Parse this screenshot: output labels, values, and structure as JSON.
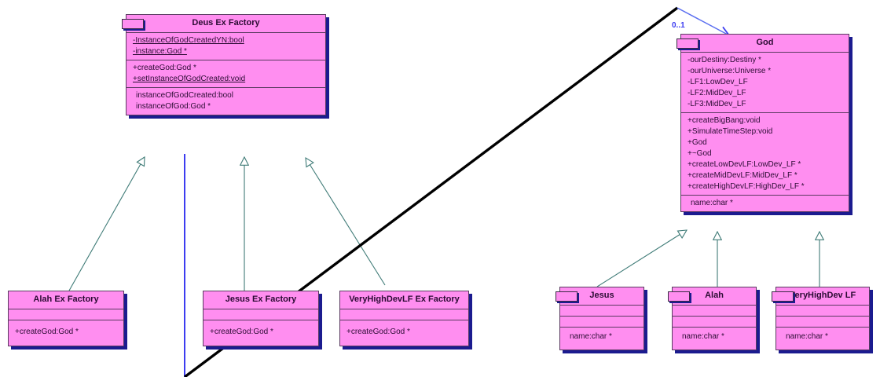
{
  "diagram": {
    "type": "uml-class-diagram",
    "background": "#ffffff",
    "class_fill": "#ff8ef0",
    "class_border": "#5a3a60",
    "class_shadow": "#1b1b8f",
    "inheritance_line": "#3f7b77",
    "association_line": "#3c3cf0",
    "annotation_line": "#000000",
    "text_color": "#2b0b33"
  },
  "classes": {
    "deus_ex_factory": {
      "title": "Deus Ex Factory",
      "attributes": [
        {
          "text": "-InstanceOfGodCreatedYN:bool",
          "static": true
        },
        {
          "text": "-instance:God *",
          "static": true
        }
      ],
      "operations": [
        {
          "text": "+createGod:God *",
          "static": false
        },
        {
          "text": "+setInstanceOfGodCreated:void",
          "static": true
        }
      ],
      "extras": [
        {
          "text": "instanceOfGodCreated:bool",
          "static": false
        },
        {
          "text": "instanceOfGod:God *",
          "static": false
        }
      ]
    },
    "god": {
      "title": "God",
      "attributes": [
        {
          "text": "-ourDestiny:Destiny *",
          "static": false
        },
        {
          "text": "-ourUniverse:Universe *",
          "static": false
        },
        {
          "text": "-LF1:LowDev_LF",
          "static": false
        },
        {
          "text": "-LF2:MidDev_LF",
          "static": false
        },
        {
          "text": "-LF3:MidDev_LF",
          "static": false
        }
      ],
      "operations": [
        {
          "text": "+createBigBang:void",
          "static": false
        },
        {
          "text": "+SimulateTimeStep:void",
          "static": false
        },
        {
          "text": "+God",
          "static": false
        },
        {
          "text": "+~God",
          "static": false
        },
        {
          "text": "+createLowDevLF:LowDev_LF *",
          "static": false
        },
        {
          "text": "+createMidDevLF:MidDev_LF *",
          "static": false
        },
        {
          "text": "+createHighDevLF:HighDev_LF *",
          "static": false
        }
      ],
      "extras": [
        {
          "text": "name:char *",
          "static": false
        }
      ]
    },
    "alah_ex_factory": {
      "title": "Alah Ex Factory",
      "attributes": [],
      "operations": [
        {
          "text": "+createGod:God *",
          "static": false
        }
      ]
    },
    "jesus_ex_factory": {
      "title": "Jesus Ex Factory",
      "attributes": [],
      "operations": [
        {
          "text": "+createGod:God *",
          "static": false
        }
      ]
    },
    "veryhighdevlf_ex_factory": {
      "title": "VeryHighDevLF Ex Factory",
      "attributes": [],
      "operations": [
        {
          "text": "+createGod:God *",
          "static": false
        }
      ]
    },
    "jesus": {
      "title": "Jesus",
      "attributes": [],
      "operations": [],
      "extras": [
        {
          "text": "name:char *",
          "static": false
        }
      ]
    },
    "alah": {
      "title": "Alah",
      "attributes": [],
      "operations": [],
      "extras": [
        {
          "text": "name:char *",
          "static": false
        }
      ]
    },
    "veryhighdev_lf": {
      "title": "VeryHighDev LF",
      "attributes": [],
      "operations": [],
      "extras": [
        {
          "text": "name:char *",
          "static": false
        }
      ]
    }
  },
  "labels": {
    "multiplicity_god": "0..1"
  },
  "relationships": [
    {
      "kind": "generalization",
      "from": "alah_ex_factory",
      "to": "deus_ex_factory"
    },
    {
      "kind": "generalization",
      "from": "jesus_ex_factory",
      "to": "deus_ex_factory"
    },
    {
      "kind": "generalization",
      "from": "veryhighdevlf_ex_factory",
      "to": "deus_ex_factory"
    },
    {
      "kind": "association",
      "from": "deus_ex_factory",
      "to": "god",
      "multiplicity": "0..1"
    },
    {
      "kind": "generalization",
      "from": "jesus",
      "to": "god"
    },
    {
      "kind": "generalization",
      "from": "alah",
      "to": "god"
    },
    {
      "kind": "generalization",
      "from": "veryhighdev_lf",
      "to": "god"
    }
  ]
}
